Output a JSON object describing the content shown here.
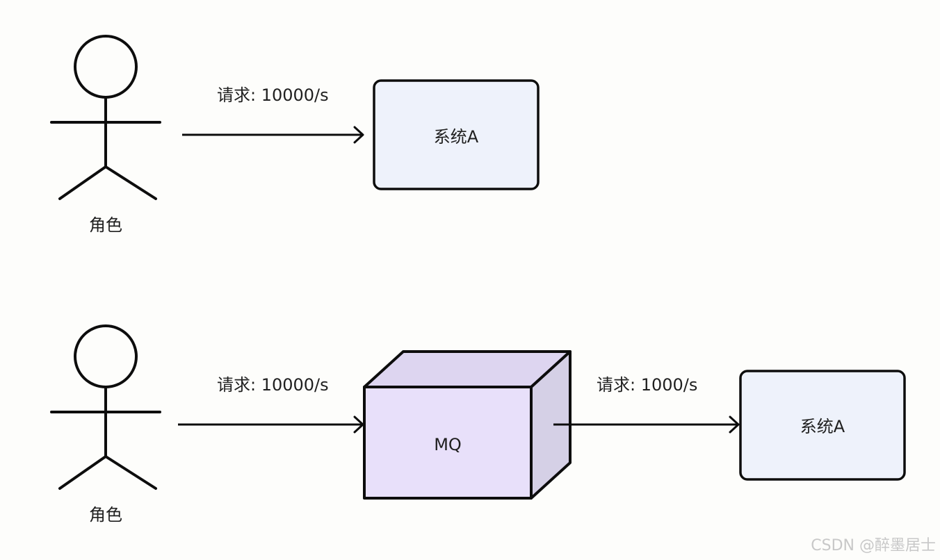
{
  "actors": [
    {
      "label": "角色"
    },
    {
      "label": "角色"
    }
  ],
  "top_flow": {
    "request_label": "请求: 10000/s",
    "system_label": "系统A"
  },
  "bottom_flow": {
    "request_label": "请求: 10000/s",
    "mq_label": "MQ",
    "downstream_label": "请求: 1000/s",
    "system_label": "系统A"
  },
  "watermark": "CSDN @醉墨居士",
  "colors": {
    "stroke": "#0d0d0d",
    "system_fill": "#eef2fb",
    "mq_front": "#e8e0fa",
    "mq_top": "#ddd5f0",
    "mq_side": "#d5d0e6",
    "background": "#fdfdfb"
  }
}
